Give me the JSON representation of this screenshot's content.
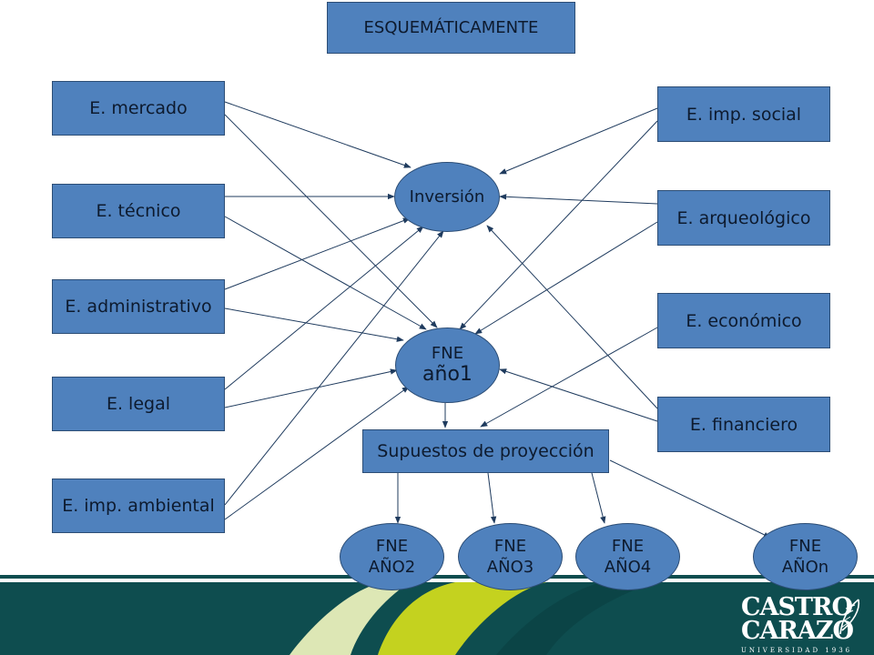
{
  "title": "ESQUEMÁTICAMENTE",
  "left_boxes": {
    "mercado": "E. mercado",
    "tecnico": "E. técnico",
    "administrativo": "E. administrativo",
    "legal": "E. legal",
    "ambiental": "E. imp. ambiental"
  },
  "right_boxes": {
    "social": "E. imp. social",
    "arqueologico": "E. arqueológico",
    "economico": "E. económico",
    "financiero": "E. financiero"
  },
  "center": {
    "inversion": "Inversión",
    "fne1_top": "FNE",
    "fne1_bottom": "año1",
    "supuestos": "Supuestos de proyección"
  },
  "years": [
    {
      "top": "FNE",
      "bottom": "AÑO2"
    },
    {
      "top": "FNE",
      "bottom": "AÑO3"
    },
    {
      "top": "FNE",
      "bottom": "AÑO4"
    },
    {
      "top": "FNE",
      "bottom": "AÑOn"
    }
  ],
  "logo": {
    "line1": "CASTRO",
    "line2": "CARAZO",
    "line3": "UNIVERSIDAD 1936"
  },
  "colors": {
    "box_fill": "#4f81bd",
    "box_border": "#2c4d75",
    "footer_dark": "#0e4d4f",
    "footer_lime": "#b5c93a",
    "footer_light": "#dde7b5"
  }
}
